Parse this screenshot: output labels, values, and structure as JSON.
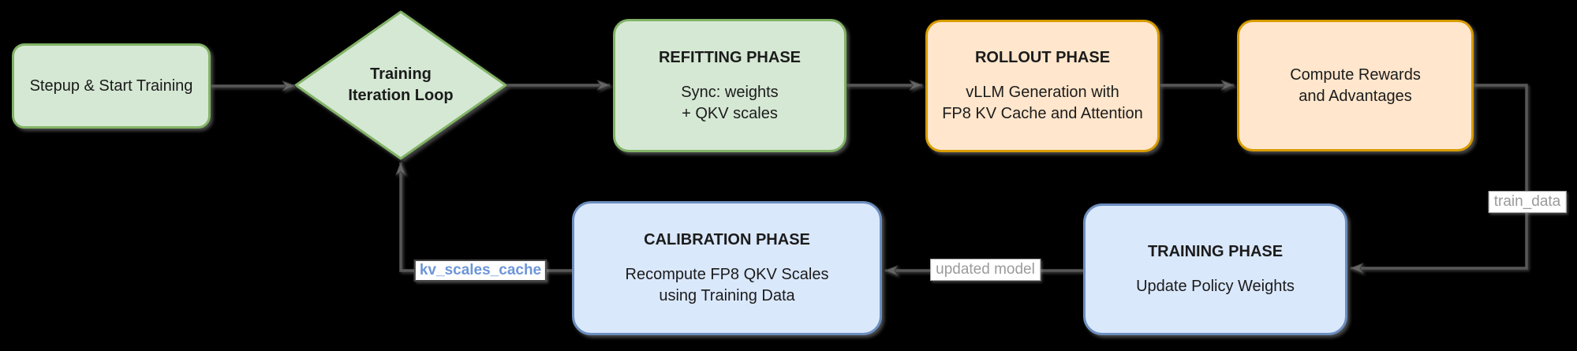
{
  "diagram": {
    "title": "FP8 RL training loop flowchart",
    "nodes": {
      "setup": {
        "label": "Stepup & Start Training"
      },
      "loop": {
        "label": "Training\nIteration Loop"
      },
      "refit": {
        "title": "REFITTING PHASE",
        "body": "Sync: weights\n+ QKV scales"
      },
      "rollout": {
        "title": "ROLLOUT PHASE",
        "body": "vLLM Generation with\nFP8 KV Cache and Attention"
      },
      "rewards": {
        "label": "Compute Rewards\nand Advantages"
      },
      "training": {
        "title": "TRAINING PHASE",
        "body": "Update Policy Weights"
      },
      "calibration": {
        "title": "CALIBRATION PHASE",
        "body": "Recompute FP8 QKV Scales\nusing Training Data"
      }
    },
    "edge_labels": {
      "train_data": "train_data",
      "updated_model": "updated model",
      "kv_scales_cache": "kv_scales_cache"
    },
    "colors": {
      "background": "#000000",
      "green_fill": "#d5e8d4",
      "green_stroke": "#82b366",
      "orange_fill": "#ffe6cc",
      "orange_stroke": "#d79b00",
      "blue_fill": "#dae8fc",
      "blue_stroke": "#6c8ebf",
      "node_text": "#1b1b1b",
      "arrow": "#575757",
      "edge_label_gray_text": "#9b9b9b",
      "edge_label_blue_text": "#6d96d9"
    }
  }
}
